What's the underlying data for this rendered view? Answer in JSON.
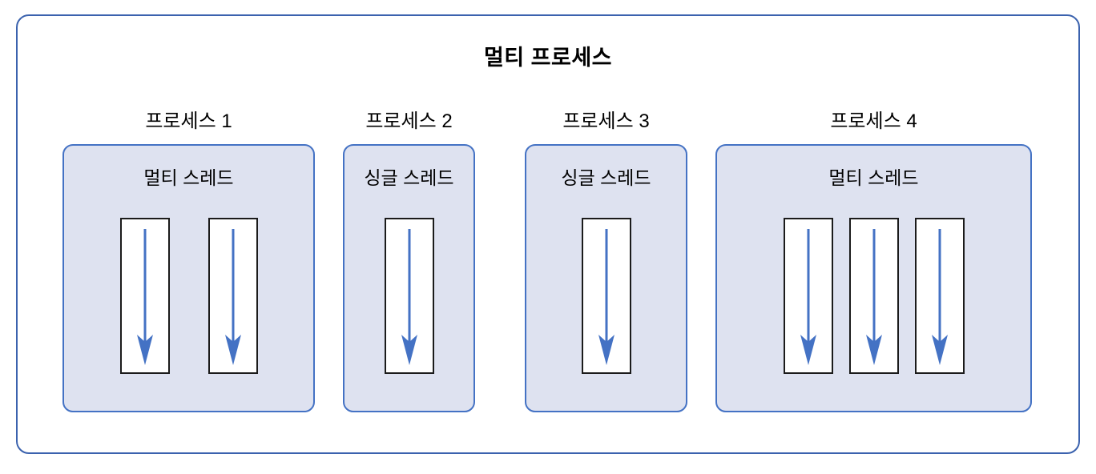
{
  "diagram": {
    "title": "멀티 프로세스",
    "border_color": "#3B62AE",
    "process_fill": "#DEE2F0",
    "process_border": "#4472C4",
    "thread_border": "#1B1B1B",
    "arrow_color": "#4472C4",
    "background": "#FFFFFF",
    "processes": [
      {
        "label": "프로세스 1",
        "thread_mode": "멀티 스레드",
        "thread_count": 2
      },
      {
        "label": "프로세스 2",
        "thread_mode": "싱글 스레드",
        "thread_count": 1
      },
      {
        "label": "프로세스 3",
        "thread_mode": "싱글 스레드",
        "thread_count": 1
      },
      {
        "label": "프로세스 4",
        "thread_mode": "멀티 스레드",
        "thread_count": 3
      }
    ]
  }
}
